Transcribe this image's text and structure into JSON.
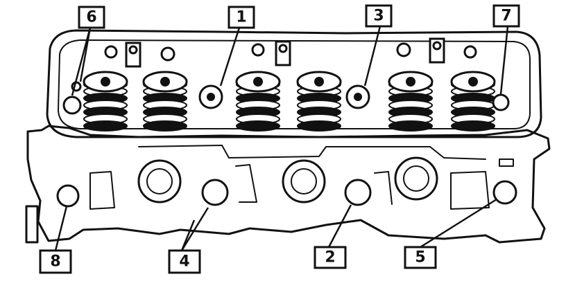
{
  "callouts": [
    {
      "id": "c1",
      "label": "1"
    },
    {
      "id": "c2",
      "label": "2"
    },
    {
      "id": "c3",
      "label": "3"
    },
    {
      "id": "c4",
      "label": "4"
    },
    {
      "id": "c5",
      "label": "5"
    },
    {
      "id": "c6",
      "label": "6"
    },
    {
      "id": "c7",
      "label": "7"
    },
    {
      "id": "c8",
      "label": "8"
    }
  ],
  "colors": {
    "ink": "#111111",
    "paper": "#ffffff"
  }
}
